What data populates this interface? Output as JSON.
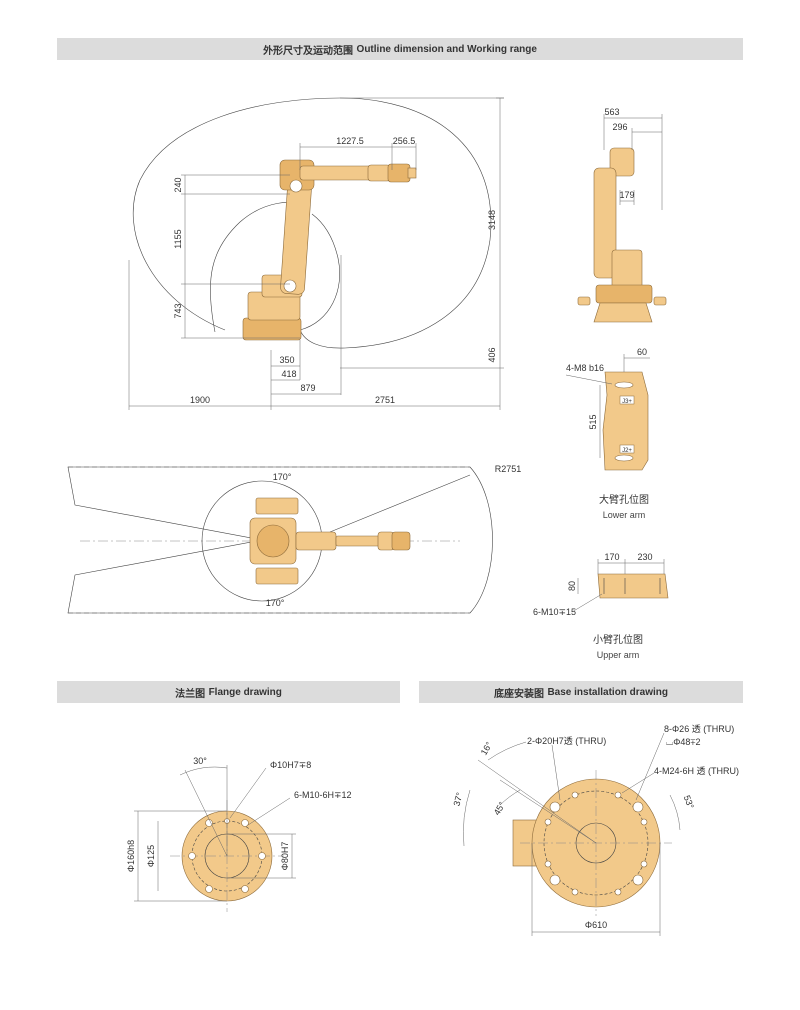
{
  "sections": {
    "outline": {
      "title_cn": "外形尺寸及运动范围",
      "title_en": "Outline dimension and Working range"
    },
    "flange": {
      "title_cn": "法兰图",
      "title_en": "Flange drawing"
    },
    "base": {
      "title_cn": "底座安装图",
      "title_en": "Base installation drawing"
    }
  },
  "side_view": {
    "dims": {
      "d1227_5": "1227.5",
      "d256_5": "256.5",
      "d3148": "3148",
      "d240": "240",
      "d1155": "1155",
      "d743": "743",
      "d406": "406",
      "d350": "350",
      "d418": "418",
      "d879": "879",
      "d1900": "1900",
      "d2751": "2751"
    }
  },
  "front_view": {
    "dims": {
      "d563": "563",
      "d296": "296",
      "d179": "179"
    }
  },
  "top_view": {
    "angle_top": "170°",
    "angle_bottom": "170°",
    "radius": "R2751"
  },
  "lower_arm": {
    "dims": {
      "d60": "60",
      "d515": "515"
    },
    "hole_label": "4-M8 b16",
    "tag1": "J3+",
    "tag2": "J2+",
    "caption_cn": "大臂孔位图",
    "caption_en": "Lower arm"
  },
  "upper_arm": {
    "dims": {
      "d170": "170",
      "d230": "230",
      "d80": "80"
    },
    "hole_label": "6-M10∓15",
    "caption_cn": "小臂孔位图",
    "caption_en": "Upper arm"
  },
  "flange_drawing": {
    "angle": "30°",
    "labels": {
      "pin": "Φ10H7∓8",
      "thread": "6-M10-6H∓12",
      "d160": "Φ160h8",
      "d125": "Φ125",
      "d80": "Φ80H7"
    }
  },
  "base_drawing": {
    "angles": {
      "a16": "16°",
      "a37": "37°",
      "a45": "45°",
      "a53": "53°"
    },
    "labels": {
      "pin": "2-Φ20H7透 (THRU)",
      "holes": "8-Φ26 透 (THRU)",
      "counterbore": "⌴Φ48∓2",
      "thread": "4-M24-6H 透 (THRU)",
      "d610": "Φ610"
    }
  },
  "colors": {
    "robot": "#f2c98a",
    "robot_dark": "#e7b46a",
    "band": "#dcdcdc",
    "line": "#444444"
  }
}
